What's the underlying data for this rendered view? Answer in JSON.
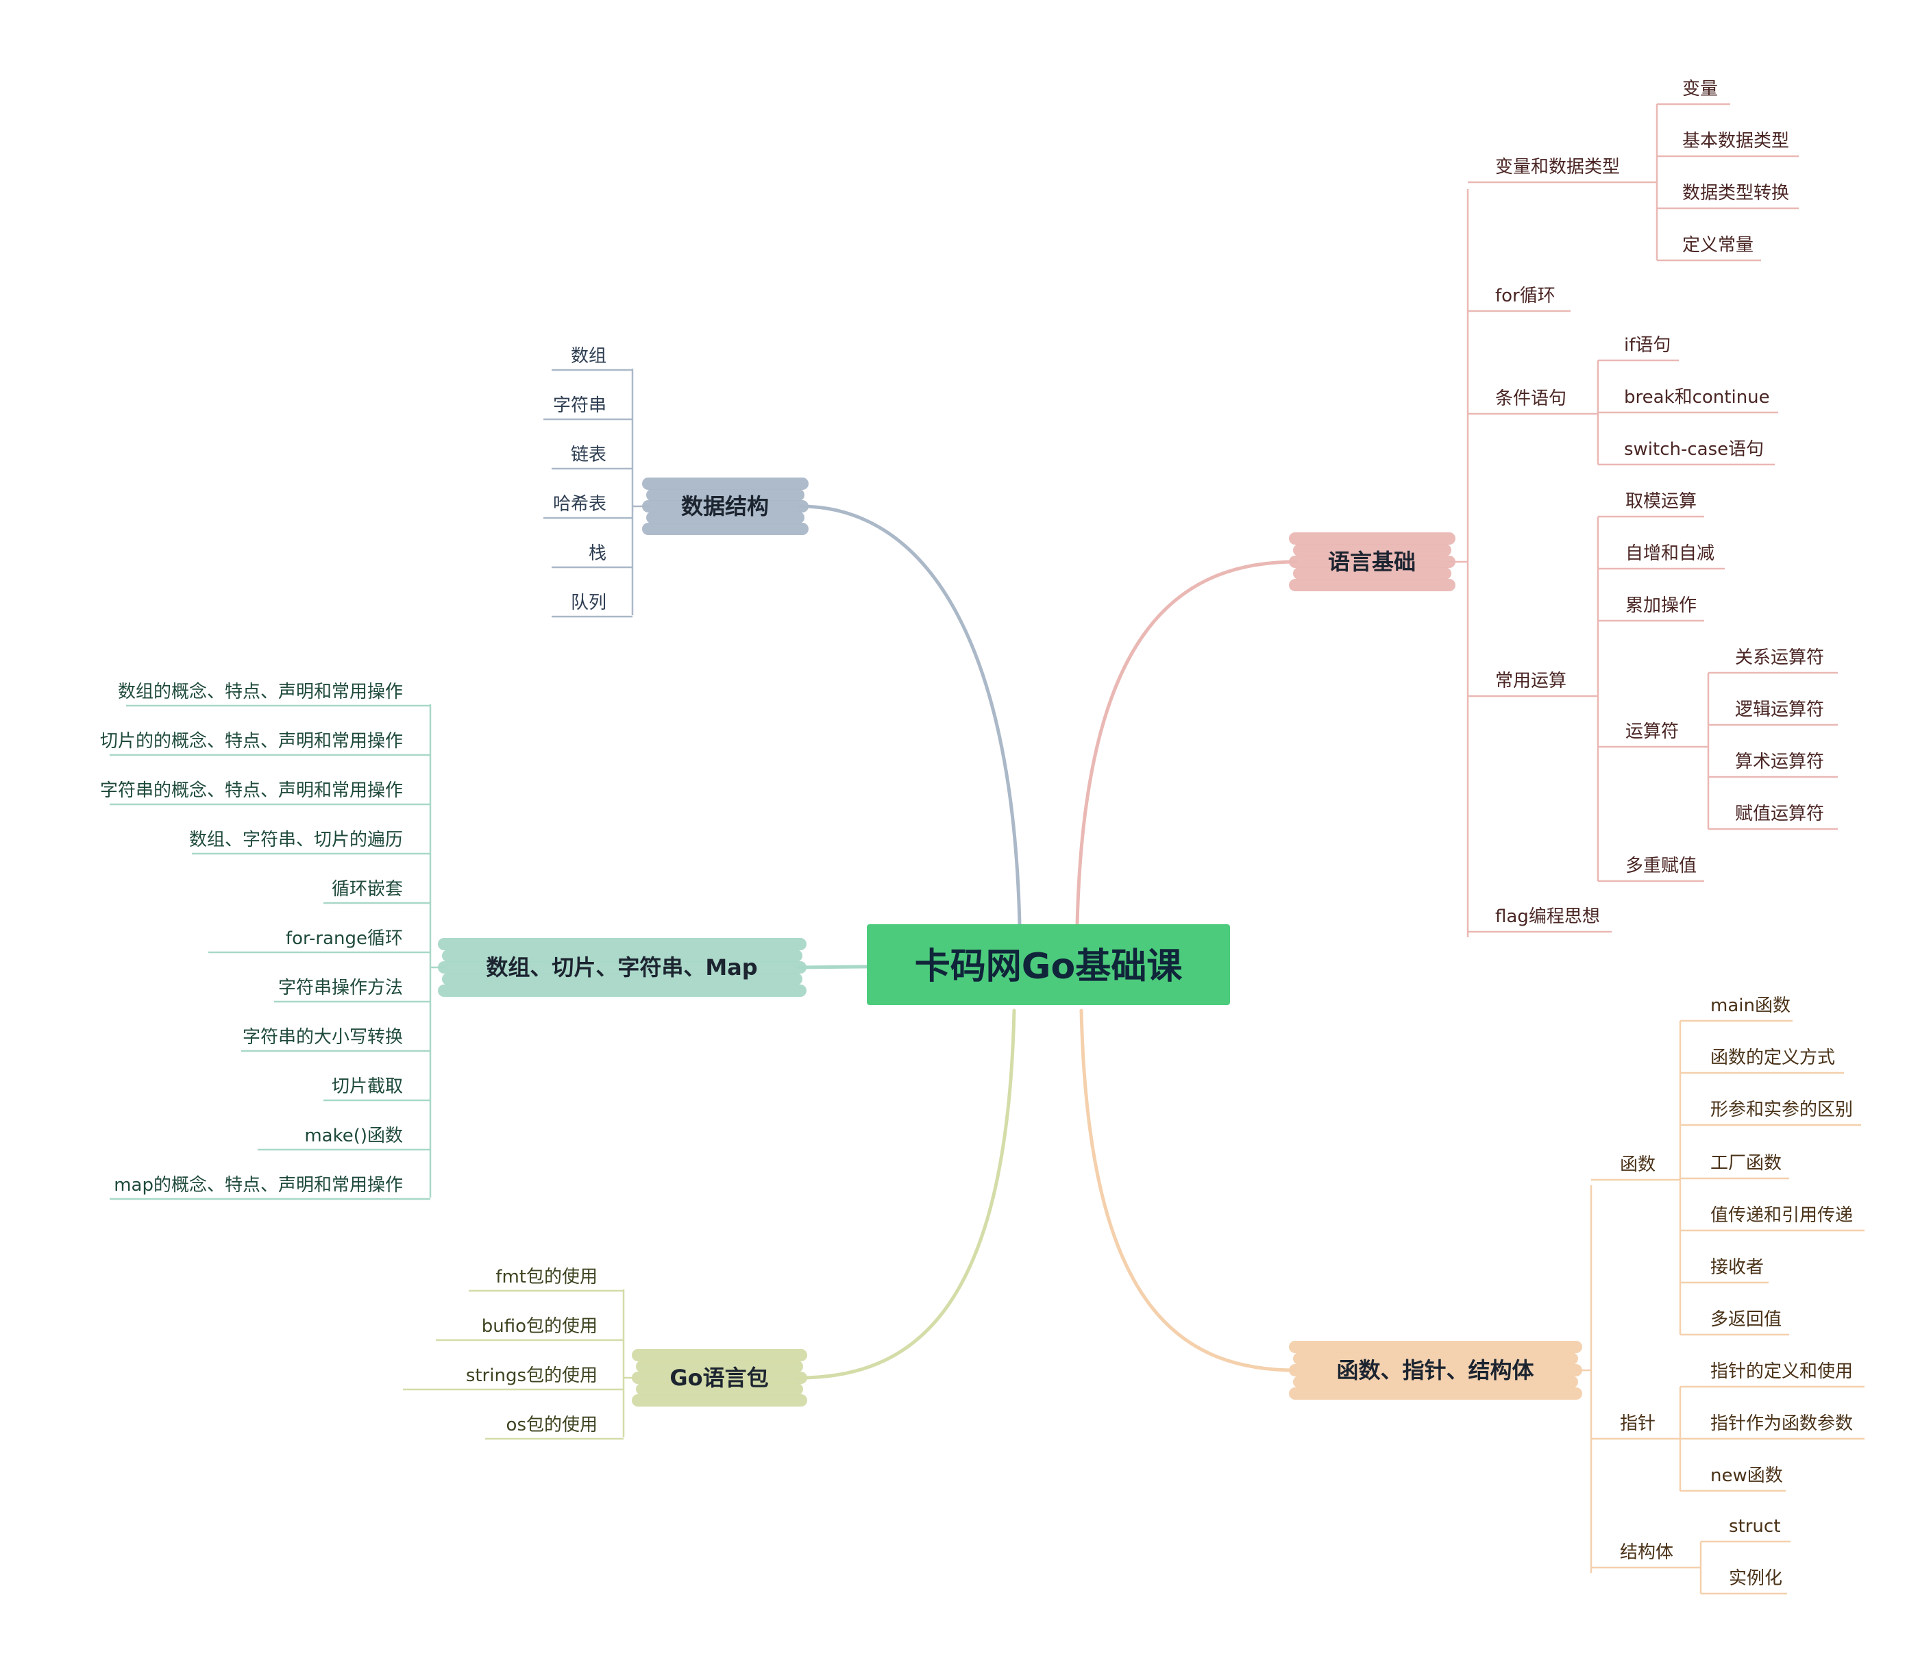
{
  "root": {
    "label": "卡码网Go基础课",
    "color": "#4ccb7c"
  },
  "branches": [
    {
      "id": "data-structures",
      "label": "数据结构",
      "color": "#aab8c8",
      "text_color": "#2e3e52",
      "children": [
        {
          "label": "数组"
        },
        {
          "label": "字符串"
        },
        {
          "label": "链表"
        },
        {
          "label": "哈希表"
        },
        {
          "label": "栈"
        },
        {
          "label": "队列"
        }
      ]
    },
    {
      "id": "arrays-slices",
      "label": "数组、切片、字符串、Map",
      "color": "#a8d8c8",
      "text_color": "#1f4a3c",
      "children": [
        {
          "label": "数组的概念、特点、声明和常用操作"
        },
        {
          "label": "切片的的概念、特点、声明和常用操作"
        },
        {
          "label": "字符串的概念、特点、声明和常用操作"
        },
        {
          "label": "数组、字符串、切片的遍历"
        },
        {
          "label": "循环嵌套"
        },
        {
          "label": "for-range循环"
        },
        {
          "label": "字符串操作方法"
        },
        {
          "label": "字符串的大小写转换"
        },
        {
          "label": "切片截取"
        },
        {
          "label": "make()函数"
        },
        {
          "label": "map的概念、特点、声明和常用操作"
        }
      ]
    },
    {
      "id": "go-packages",
      "label": "Go语言包",
      "color": "#d4dca8",
      "text_color": "#3c4420",
      "children": [
        {
          "label": "fmt包的使用"
        },
        {
          "label": "bufio包的使用"
        },
        {
          "label": "strings包的使用"
        },
        {
          "label": "os包的使用"
        }
      ]
    },
    {
      "id": "language-basics",
      "label": "语言基础",
      "color": "#eab8b4",
      "text_color": "#4a2624",
      "children": [
        {
          "label": "变量和数据类型",
          "children": [
            {
              "label": "变量"
            },
            {
              "label": "基本数据类型"
            },
            {
              "label": "数据类型转换"
            },
            {
              "label": "定义常量"
            }
          ]
        },
        {
          "label": "for循环"
        },
        {
          "label": "条件语句",
          "children": [
            {
              "label": "if语句"
            },
            {
              "label": "break和continue"
            },
            {
              "label": "switch-case语句"
            }
          ]
        },
        {
          "label": "常用运算",
          "children": [
            {
              "label": "取模运算"
            },
            {
              "label": "自增和自减"
            },
            {
              "label": "累加操作"
            },
            {
              "label": "运算符",
              "children": [
                {
                  "label": "关系运算符"
                },
                {
                  "label": "逻辑运算符"
                },
                {
                  "label": "算术运算符"
                },
                {
                  "label": "赋值运算符"
                }
              ]
            },
            {
              "label": "多重赋值"
            }
          ]
        },
        {
          "label": "flag编程思想"
        }
      ]
    },
    {
      "id": "functions-pointers",
      "label": "函数、指针、结构体",
      "color": "#f4d0ac",
      "text_color": "#4a3218",
      "children": [
        {
          "label": "函数",
          "children": [
            {
              "label": "main函数"
            },
            {
              "label": "函数的定义方式"
            },
            {
              "label": "形参和实参的区别"
            },
            {
              "label": "工厂函数"
            },
            {
              "label": "值传递和引用传递"
            },
            {
              "label": "接收者"
            },
            {
              "label": "多返回值"
            }
          ]
        },
        {
          "label": "指针",
          "children": [
            {
              "label": "指针的定义和使用"
            },
            {
              "label": "指针作为函数参数"
            },
            {
              "label": "new函数"
            }
          ]
        },
        {
          "label": "结构体",
          "children": [
            {
              "label": "struct"
            },
            {
              "label": "实例化"
            }
          ]
        }
      ]
    }
  ]
}
